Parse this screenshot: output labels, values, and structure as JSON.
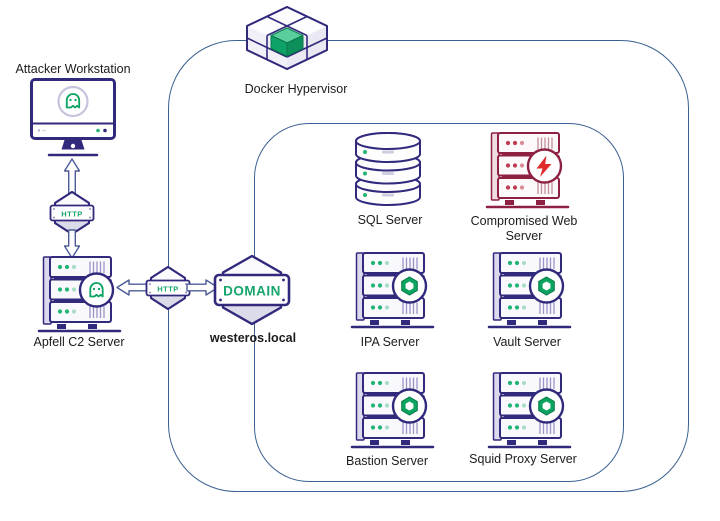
{
  "diagram": {
    "type": "network-architecture",
    "colors": {
      "icon_navy": "#312a7c",
      "accent_green": "#0ba360",
      "compromised_maroon": "#8e2142",
      "alert_red": "#df2b2b",
      "boundary_blue": "#3a6191",
      "label_text": "#1d1c1b"
    },
    "nodes": {
      "attacker": {
        "label": "Attacker Workstation"
      },
      "apfell": {
        "label": "Apfell C2 Server"
      },
      "docker": {
        "label": "Docker Hypervisor"
      },
      "domain": {
        "sign": "DOMAIN",
        "label": "westeros.local"
      },
      "sql": {
        "label": "SQL Server"
      },
      "compromised": {
        "label": "Compromised Web Server"
      },
      "ipa": {
        "label": "IPA Server"
      },
      "vault": {
        "label": "Vault Server"
      },
      "bastion": {
        "label": "Bastion Server"
      },
      "squid": {
        "label": "Squid Proxy Server"
      }
    },
    "connections": {
      "workstation_apfell": {
        "protocol": "HTTP"
      },
      "apfell_domain": {
        "protocol": "HTTP"
      }
    }
  }
}
